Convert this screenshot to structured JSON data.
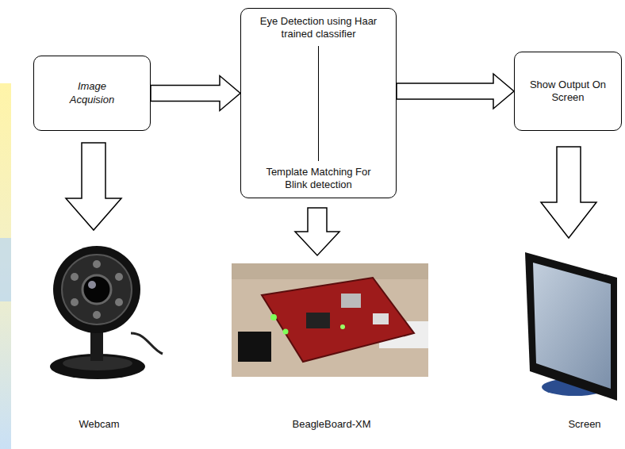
{
  "diagram": {
    "nodes": [
      {
        "text": [
          "Image Acquision"
        ]
      },
      {
        "text": [
          "Eye Detection using Haar trained classifier",
          "Template Matching For Blink detection"
        ]
      },
      {
        "text": [
          "Show Output On Screen"
        ]
      }
    ],
    "edges": [
      {
        "from": 0,
        "to": 1,
        "arrow": "to"
      },
      {
        "from": 1,
        "to": 2,
        "arrow": "to"
      }
    ],
    "labels": [
      "Webcam",
      "BeagleBoard-XM",
      "Screen"
    ]
  }
}
